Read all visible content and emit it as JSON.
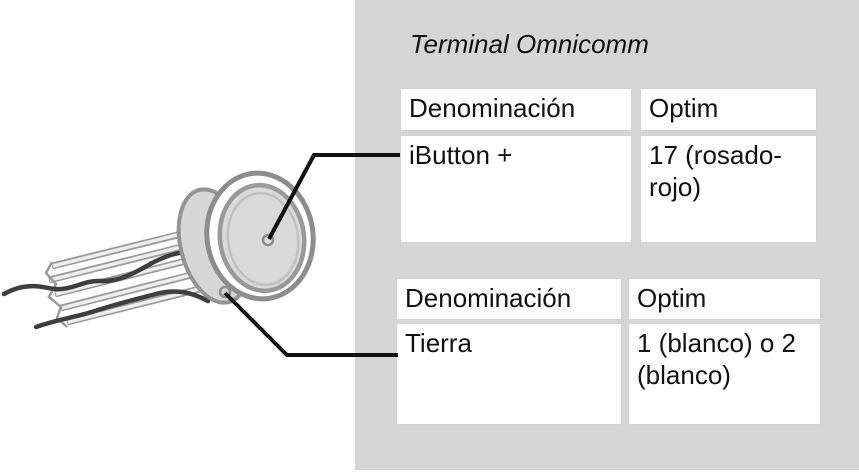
{
  "panel": {
    "title": "Terminal Omnicomm",
    "background_color": "#d5d5d5"
  },
  "tables": [
    {
      "headers": [
        "Denominación",
        "Optim"
      ],
      "rows": [
        [
          "iButton +",
          "17 (rosado-\nrojo)"
        ]
      ]
    },
    {
      "headers": [
        "Denominación",
        "Optim"
      ],
      "rows": [
        [
          "Tierra",
          "1 (blanco) o 2\n(blanco)"
        ]
      ]
    }
  ],
  "diagram": {
    "device": "ibutton-reader-probe",
    "callouts": [
      {
        "label": "iButton +",
        "points_to": "center-contact"
      },
      {
        "label": "Tierra",
        "points_to": "rim-contact"
      }
    ],
    "colors": {
      "outline": "#8d8d8d",
      "body_fill": "#d9d9d9",
      "wire": "#3e3e3e",
      "callout_line": "#111111"
    }
  }
}
